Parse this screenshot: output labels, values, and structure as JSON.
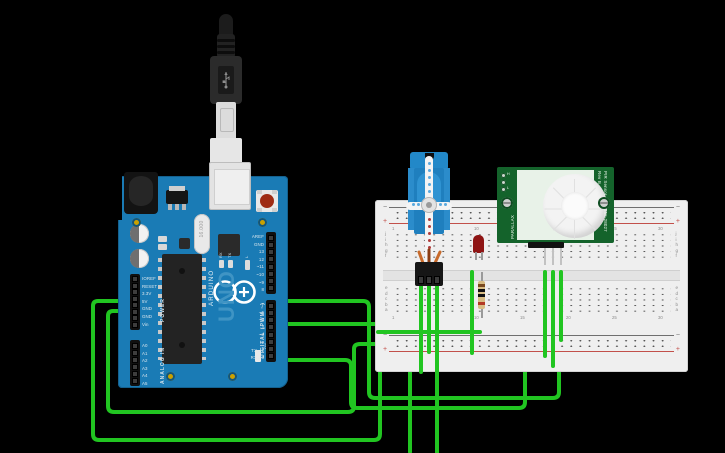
{
  "scene": {
    "title": "Arduino Uno breadboard circuit with servo, LED and PIR motion sensor",
    "background_color": "#000000",
    "wire_color": "#21c521"
  },
  "usb_cable": {
    "name": "USB-B cable",
    "connector_color": "#2b2b2b",
    "icon": "usb-trident-icon"
  },
  "arduino": {
    "board_name": "UNO",
    "brand": "ARDUINO",
    "board_color": "#1a7bb5",
    "crystal_label": "16.000",
    "on_led_label": "ON",
    "status_leds": [
      "RX",
      "TX",
      "L"
    ],
    "reset_button_label": "RESET",
    "headers": {
      "power_section_label": "POWER",
      "power_pins": [
        "IOREF",
        "RESET",
        "3.3V",
        "5V",
        "GND",
        "GND",
        "Vin"
      ],
      "analog_section_label": "ANALOG IN",
      "analog_pins": [
        "A0",
        "A1",
        "A2",
        "A3",
        "A4",
        "A5"
      ],
      "digital_section_label": "DIGITAL (PWM ~)",
      "digital_pins_upper": [
        "AREF",
        "GND",
        "13",
        "12",
        "~11",
        "~10",
        "~9",
        "8"
      ],
      "digital_pins_lower": [
        "7",
        "~6",
        "~5",
        "4",
        "~3",
        "2",
        "TX→1",
        "RX←0"
      ]
    },
    "connected_pins": [
      "5V",
      "GND",
      "~9",
      "~6",
      "2"
    ]
  },
  "breadboard": {
    "name": "full-size solderless breadboard",
    "body_color": "#efefef",
    "rail_plus_symbol": "+",
    "rail_minus_symbol": "−",
    "row_labels_upper": [
      "j",
      "i",
      "h",
      "g",
      "f"
    ],
    "row_labels_lower": [
      "e",
      "d",
      "c",
      "b",
      "a"
    ],
    "column_labels": [
      "1",
      "5",
      "10",
      "15",
      "20",
      "25",
      "30"
    ]
  },
  "components": [
    {
      "name": "servo-motor",
      "type": "micro servo",
      "body_color": "#1f7fbe",
      "horn_color": "#f4f4f4",
      "lead_count": 3
    },
    {
      "name": "led",
      "type": "LED",
      "color": "#8e1414",
      "color_name": "red"
    },
    {
      "name": "resistor",
      "type": "resistor",
      "body_color": "#d9bd84",
      "bands": [
        "#7a4a20",
        "#111111",
        "#111111",
        "#b33a24"
      ]
    },
    {
      "name": "pir-sensor",
      "type": "PIR motion sensor",
      "board_color": "#14632b",
      "brand": "PARALLAX",
      "label_right_top": "PIR Sensor",
      "label_right_rev": "Rev B",
      "part_number": "555-28027",
      "jumper_labels": [
        "H",
        "L"
      ],
      "pin_count": 3
    }
  ]
}
